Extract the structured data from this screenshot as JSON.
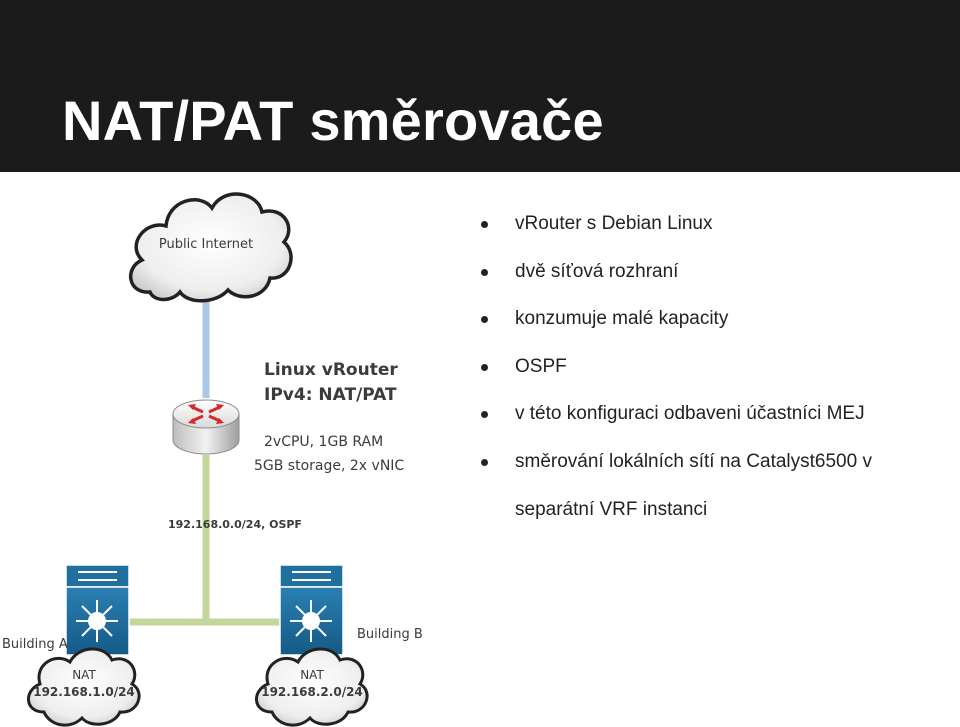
{
  "slide": {
    "title": "NAT/PAT směrovače",
    "bullets": [
      "vRouter s Debian Linux",
      "dvě síťová rozhraní",
      "konzumuje malé kapacity",
      "OSPF",
      "v této konfiguraci odbaveni účastníci MEJ",
      "směrování lokálních sítí na Catalyst6500 v separátní VRF instanci"
    ]
  },
  "diagram": {
    "internet_label": "Public Internet",
    "router_title_1": "Linux vRouter",
    "router_title_2": "IPv4: NAT/PAT",
    "router_spec_1": "2vCPU, 1GB RAM",
    "router_spec_2": "5GB storage, 2x vNIC",
    "link_label": "192.168.0.0/24, OSPF",
    "building_a": "Building A",
    "building_b": "Building B",
    "nat_a_title": "NAT",
    "nat_a_net": "192.168.1.0/24",
    "nat_b_title": "NAT",
    "nat_b_net": "192.168.2.0/24"
  },
  "colors": {
    "title_bar": "#1b1b1b",
    "switch_blue": "#1f6f9f",
    "uplink_blue": "#a9c8e8",
    "lan_green": "#c3d69b"
  }
}
